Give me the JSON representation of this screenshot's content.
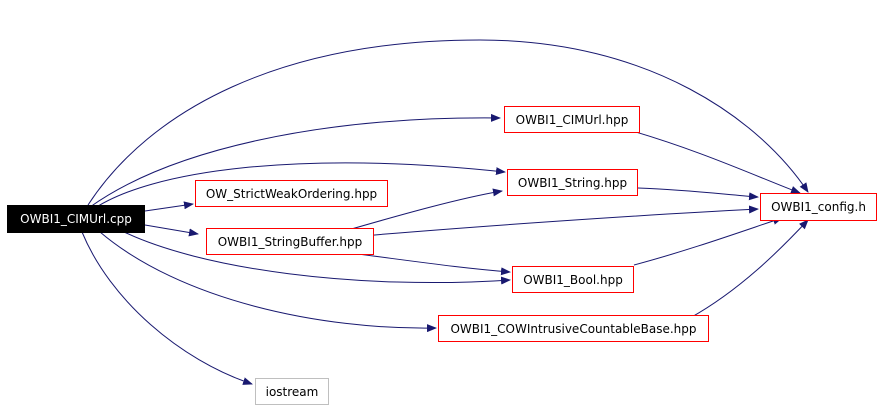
{
  "diagram": {
    "colors": {
      "edge": "#191970",
      "node_border": "#ff0000",
      "external_border": "#bfbfbf",
      "root_fill": "#000000",
      "root_text": "#ffffff"
    },
    "nodes": {
      "root": "OWBI1_CIMUrl.cpp",
      "cimurl_hpp": "OWBI1_CIMUrl.hpp",
      "strict_weak": "OW_StrictWeakOrdering.hpp",
      "string_hpp": "OWBI1_String.hpp",
      "stringbuffer_hpp": "OWBI1_StringBuffer.hpp",
      "config_h": "OWBI1_config.h",
      "bool_hpp": "OWBI1_Bool.hpp",
      "cow_hpp": "OWBI1_COWIntrusiveCountableBase.hpp",
      "iostream": "iostream"
    }
  }
}
